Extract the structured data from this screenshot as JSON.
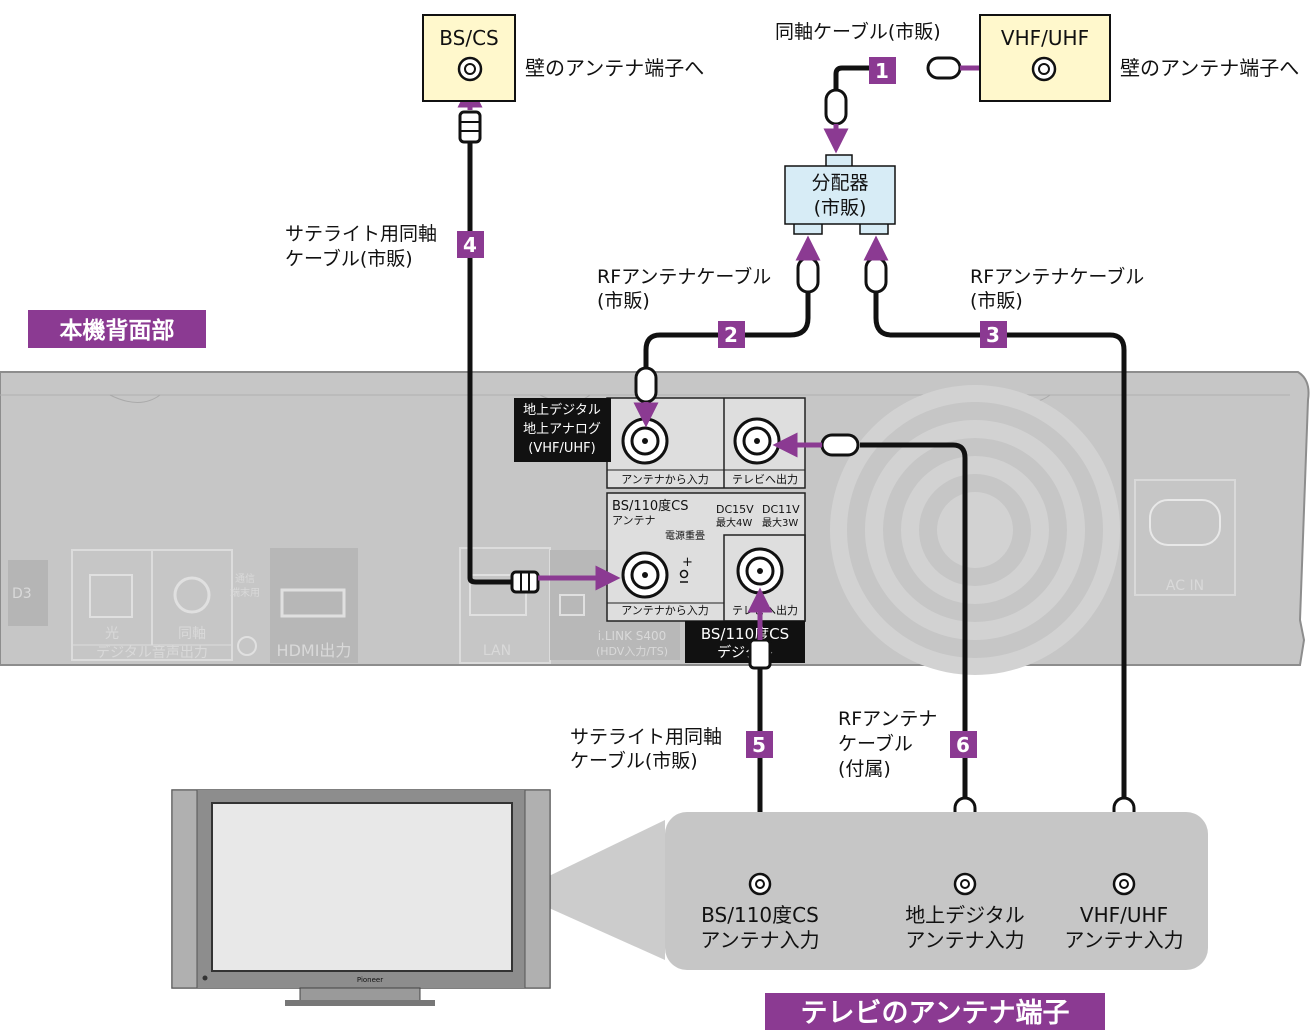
{
  "colors": {
    "accent": "#8b3a92",
    "wall_plate": "#fff8cc",
    "splitter": "#d7ecf6",
    "deck": "#c9c9c9",
    "cable": "#111111"
  },
  "wall": {
    "bs_cs_title": "BS/CS",
    "bs_cs_label": "壁のアンテナ端子へ",
    "vhf_title": "VHF/UHF",
    "vhf_label": "壁のアンテナ端子へ"
  },
  "splitter": {
    "line1": "分配器",
    "line2": "(市販)"
  },
  "cables": {
    "c1": {
      "num": "1",
      "label": "同軸ケーブル(市販)"
    },
    "c2": {
      "num": "2",
      "label1": "RFアンテナケーブル",
      "label2": "(市販)"
    },
    "c3": {
      "num": "3",
      "label1": "RFアンテナケーブル",
      "label2": "(市販)"
    },
    "c4": {
      "num": "4",
      "label1": "サテライト用同軸",
      "label2": "ケーブル(市販)"
    },
    "c5": {
      "num": "5",
      "label1": "サテライト用同軸",
      "label2": "ケーブル(市販)"
    },
    "c6": {
      "num": "6",
      "label1": "RFアンテナ",
      "label2": "ケーブル",
      "label3": "(付属)"
    }
  },
  "rear_panel": {
    "title": "本機背面部",
    "terrestrial": {
      "line1": "地上デジタル",
      "line2": "地上アナログ",
      "line3": "(VHF/UHF)",
      "in": "アンテナから入力",
      "out": "テレビへ出力"
    },
    "bs": {
      "line1": "BS/110度CS",
      "line2": "アンテナ",
      "power": "電源重畳",
      "dc15": "DC15V",
      "max4w": "最大4W",
      "dc11": "DC11V",
      "max3w": "最大3W",
      "in": "アンテナから入力",
      "out": "テレビへ出力",
      "footer1": "BS/110度CS",
      "footer2": "デジタル"
    },
    "other": {
      "d3": "D3",
      "optical": "光",
      "coaxial": "同軸",
      "digital_audio": "デジタル音声出力",
      "comm1": "通信",
      "comm2": "端末用",
      "hdmi": "HDMI出力",
      "lan": "LAN",
      "ilink": "i.LINK S400",
      "ilink_sub": "(HDV入力/TS)",
      "acin": "AC IN"
    }
  },
  "tv_inputs": {
    "bs_line1": "BS/110度CS",
    "bs_line2": "アンテナ入力",
    "terr_line1": "地上デジタル",
    "terr_line2": "アンテナ入力",
    "vhf_line1": "VHF/UHF",
    "vhf_line2": "アンテナ入力"
  },
  "tv": {
    "brand": "Pioneer"
  },
  "footer_title": "テレビのアンテナ端子"
}
